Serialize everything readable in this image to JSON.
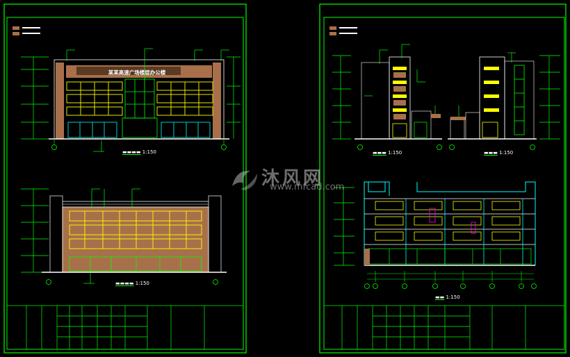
{
  "watermark": {
    "text_cn": "沐风网",
    "url": "www.mfcad.com"
  },
  "sheets": [
    {
      "id": "left",
      "views": [
        {
          "id": "front-elevation",
          "scale": "1:150",
          "banner": "某某高速广场楼层办公楼"
        },
        {
          "id": "rear-elevation",
          "scale": "1:150"
        }
      ]
    },
    {
      "id": "right",
      "views": [
        {
          "id": "side-elevation-a",
          "scale": "1:150"
        },
        {
          "id": "side-elevation-b",
          "scale": "1:150"
        },
        {
          "id": "section",
          "scale": "1:150"
        }
      ]
    }
  ],
  "colors": {
    "frame": "#00ff00",
    "wall": "#a8704a",
    "window": "#ffff00",
    "glass": "#00ffff",
    "line": "#ffffff",
    "mark": "#ff00ff"
  }
}
